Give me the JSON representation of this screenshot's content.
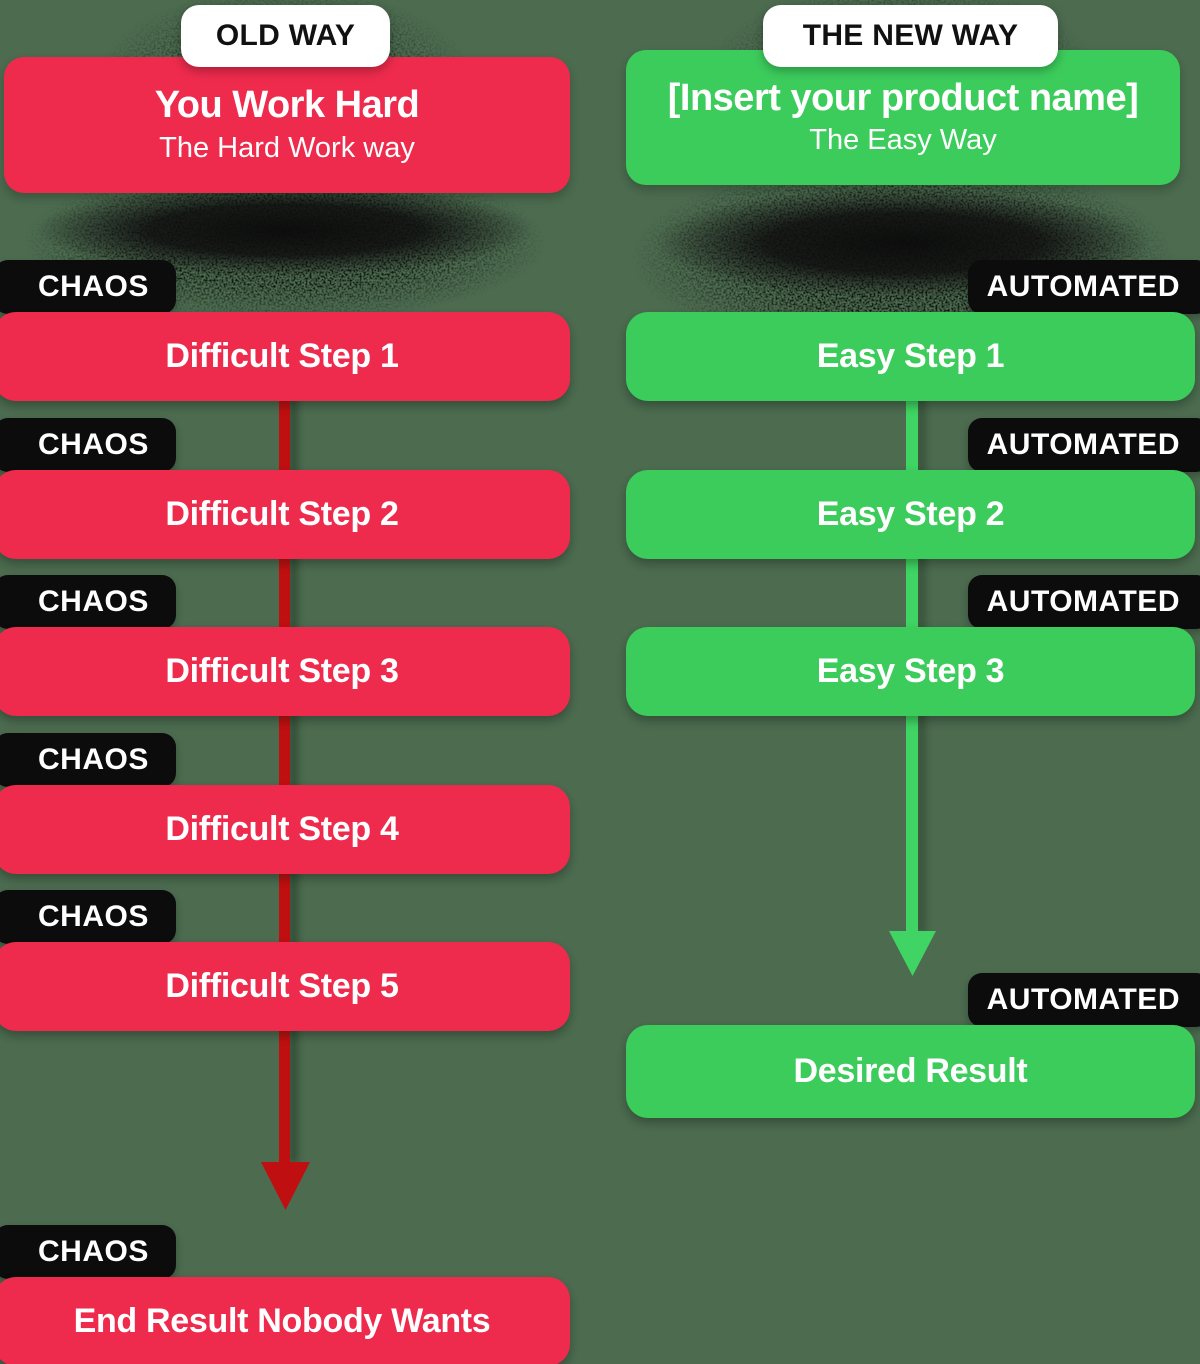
{
  "background_color": "#4C6B4F",
  "label_bg_color": "#0C0C0C",
  "old_way": {
    "badge": "OLD WAY",
    "title": "You Work Hard",
    "subtitle": "The Hard Work way",
    "chaos_label": "CHAOS",
    "steps": [
      "Difficult Step 1",
      "Difficult Step 2",
      "Difficult Step 3",
      "Difficult Step 4",
      "Difficult Step 5"
    ],
    "result": "End Result Nobody Wants",
    "box_color": "#EE2B4D",
    "arrow_color": "#C00F10"
  },
  "new_way": {
    "badge": "THE NEW WAY",
    "title": "[Insert your product name]",
    "subtitle": "The Easy Way",
    "automated_label": "AUTOMATED",
    "steps": [
      "Easy Step 1",
      "Easy Step 2",
      "Easy Step 3"
    ],
    "result": "Desired Result",
    "box_color": "#3CCC5C",
    "arrow_color": "#3FD463"
  }
}
